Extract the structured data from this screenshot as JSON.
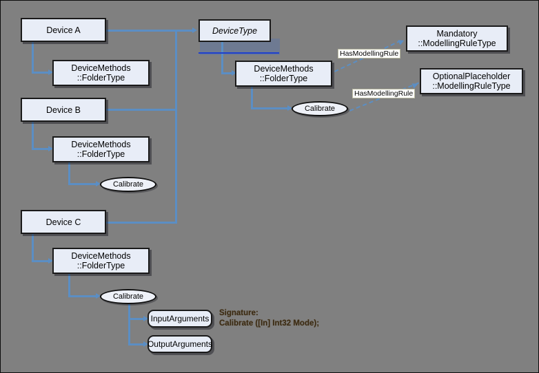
{
  "diagram": {
    "title": "OPC UA DeviceType instance declaration diagram",
    "background_color": "#808080",
    "node_fill": "#e8edf7",
    "connector_color": "#5b8ec4",
    "selection_color": "#1c3fcf"
  },
  "nodes": {
    "device_a": "Device A",
    "device_a_methods": "DeviceMethods\n::FolderType",
    "device_b": "Device B",
    "device_b_methods": "DeviceMethods\n::FolderType",
    "device_b_calibrate": "Calibrate",
    "device_c": "Device C",
    "device_c_methods": "DeviceMethods\n::FolderType",
    "device_c_calibrate": "Calibrate",
    "input_arguments": "InputArguments",
    "output_arguments": "OutputArguments",
    "device_type": "DeviceType",
    "type_methods": "DeviceMethods\n::FolderType",
    "type_calibrate": "Calibrate",
    "mandatory_rule": "Mandatory\n::ModellingRuleType",
    "optional_placeholder_rule": "OptionalPlaceholder\n::ModellingRuleType"
  },
  "edge_labels": {
    "has_modelling_rule_1": "HasModellingRule",
    "has_modelling_rule_2": "HasModellingRule"
  },
  "annotation": {
    "signature": "Signature:\nCalibrate ([In] Int32 Mode);"
  }
}
